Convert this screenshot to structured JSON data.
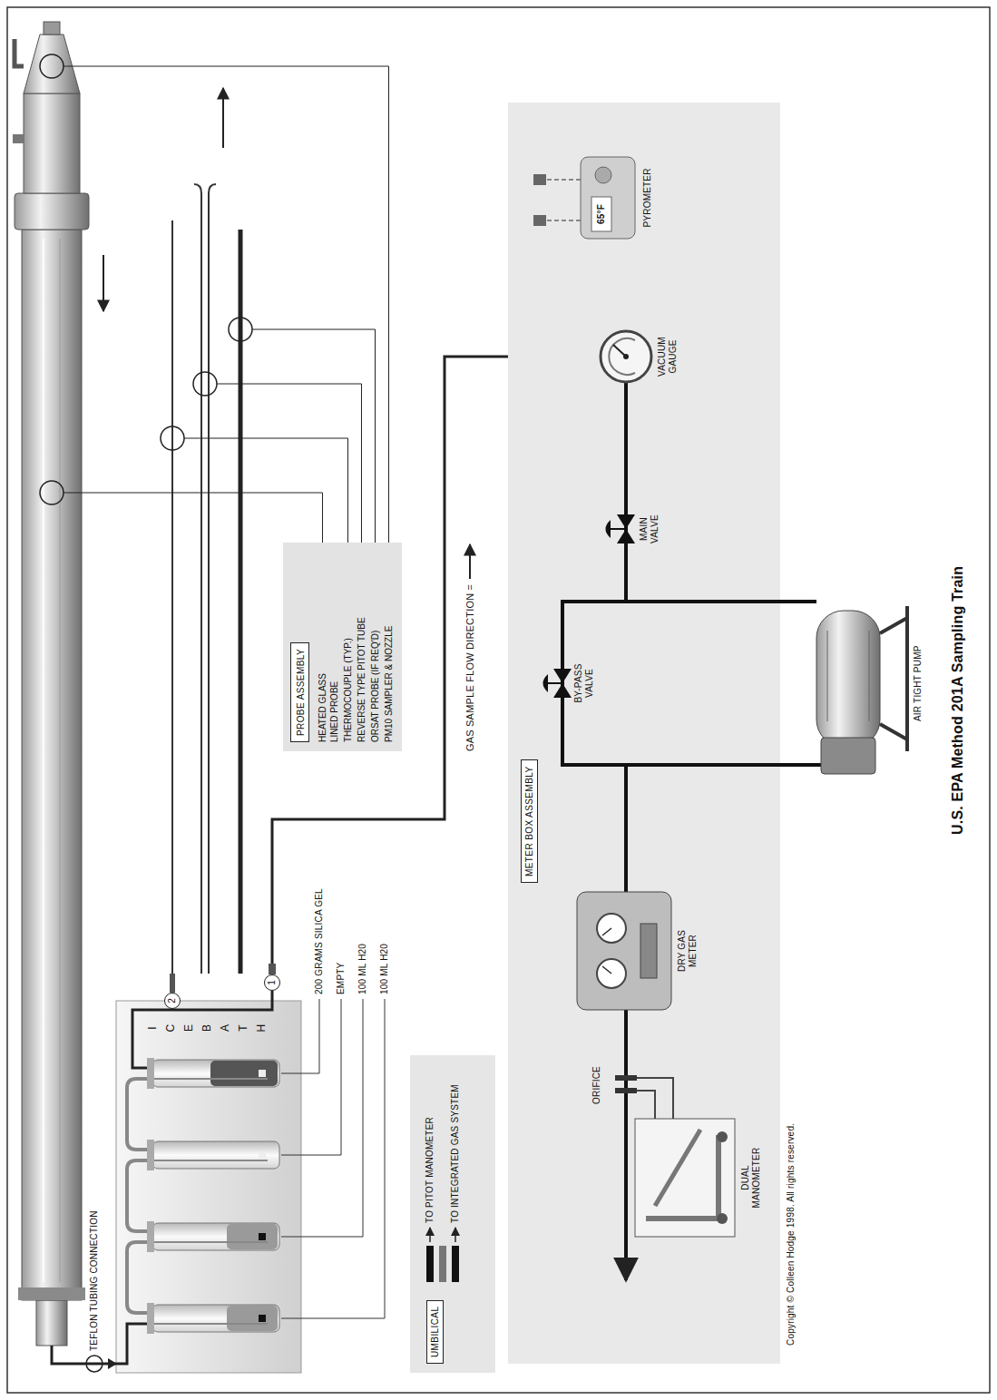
{
  "diagram": {
    "caption": "U.S. EPA Method 201A Sampling Train",
    "nodes": [
      {
        "text": [
          "HEATED GLASS LINED PROBE",
          "THERMOCOUPLE (TYP.)",
          "REVERSE TYPE PITOT TUBE",
          "ORSAT PROBE (IF REQ'D)",
          "PM10 SAMPLER & NOZZLE"
        ]
      },
      {
        "text": [
          "PROBE ASSEMBLY"
        ],
        "in": 0
      },
      {
        "text": [
          "METER BOX ASSEMBLY"
        ]
      },
      {
        "text": [
          "UMBILICAL"
        ]
      },
      {
        "text": [
          "2"
        ]
      },
      {
        "text": [
          "1"
        ]
      }
    ],
    "labels": [
      "TEFLON TUBING CONNECTION",
      "200 GRAMS SILICA GEL",
      "EMPTY",
      "100 ML H20",
      "100 ML H20",
      "ICE BATH",
      "TO PITOT MANOMETER",
      "TO INTEGRATED GAS SYSTEM",
      "GAS SAMPLE FLOW DIRECTION =",
      "PYROMETER",
      "65°F",
      "VACUUM GAUGE",
      "MAIN VALVE",
      "BY-PASS VALVE",
      "DRY GAS METER",
      "ORIFICE",
      "DUAL MANOMETER",
      "AIR TIGHT PUMP",
      "Copyright © Colleen Hodge 1998. All rights reserved."
    ]
  }
}
